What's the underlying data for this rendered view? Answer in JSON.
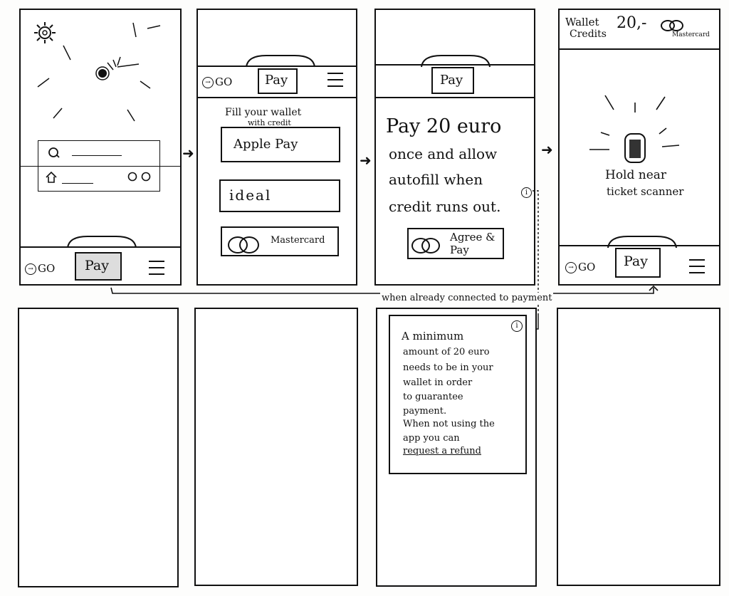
{
  "screen1": {
    "tabbar": {
      "go_label": "GO",
      "pay_label": "Pay"
    }
  },
  "screen2": {
    "heading_line1": "Fill your wallet",
    "heading_line2": "with credit",
    "tabbar": {
      "go_label": "GO",
      "pay_label": "Pay"
    },
    "options": [
      "Apple Pay",
      "ideal",
      "Mastercard"
    ]
  },
  "screen3": {
    "tab_pay_label": "Pay",
    "body_lines": [
      "Pay 20 euro",
      "once and allow",
      "autofill when",
      "credit runs out."
    ],
    "info_symbol": "i",
    "agree_line1": "Agree &",
    "agree_line2": "Pay"
  },
  "screen4": {
    "wallet_label": "Wallet",
    "credits_label": "Credits",
    "amount": "20,-",
    "card_label": "Mastercard",
    "hold_line1": "Hold near",
    "hold_line2": "ticket scanner",
    "tabbar": {
      "go_label": "GO",
      "pay_label": "Pay"
    }
  },
  "connector_label": "when already connected to payment",
  "info_popup": {
    "info_symbol": "i",
    "lines": [
      "A minimum",
      "amount of 20 euro",
      "needs to be in your",
      "wallet in order",
      "to guarantee",
      "payment.",
      "When not using the",
      "app you can"
    ],
    "link": "request a refund"
  }
}
